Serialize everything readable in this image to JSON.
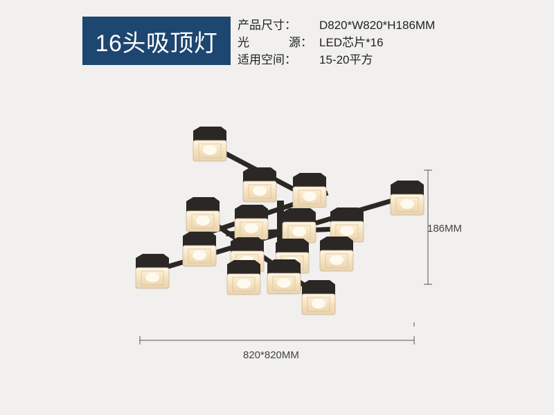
{
  "title": "16头吸顶灯",
  "specs": [
    {
      "label": "产品尺寸：",
      "value": "D820*W820*H186MM"
    },
    {
      "label_a": "光",
      "label_b": "源：",
      "value": "LED芯片*16"
    },
    {
      "label": "适用空间：",
      "value": "15-20平方"
    }
  ],
  "dimensions": {
    "height": "186MM",
    "width": "820*820MM"
  },
  "product": {
    "lamp_heads": 16,
    "frame_color": "#2a2725",
    "glow_color": "#f6e3c0"
  },
  "colors": {
    "title_bg": "#1d4670",
    "background": "#f1f0ef"
  }
}
